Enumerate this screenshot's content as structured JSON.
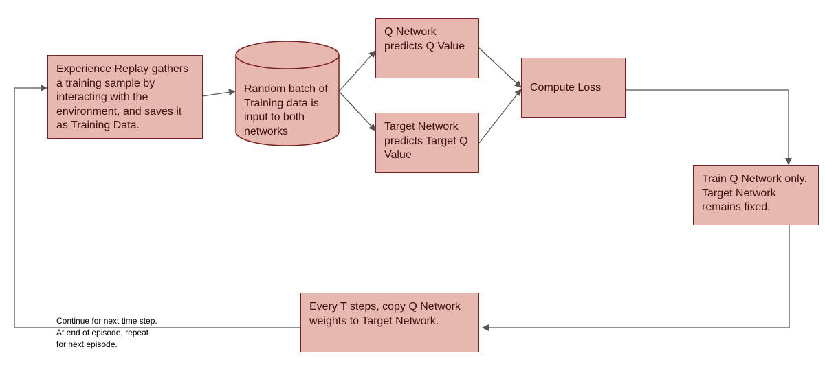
{
  "nodes": {
    "experience_replay": "Experience Replay gathers a training sample by interacting with the environment, and saves it as Training Data.",
    "random_batch": "Random batch of Training data is input to both networks",
    "q_network": "Q Network predicts Q Value",
    "target_network": "Target Network predicts Target Q Value",
    "compute_loss": "Compute Loss",
    "train_q": "Train Q Network only. Target Network remains fixed.",
    "copy_weights": "Every T steps, copy Q Network weights to Target Network."
  },
  "note": {
    "lines": [
      "Continue for next time step.",
      "At end of episode, repeat",
      "for next episode."
    ]
  },
  "colors": {
    "box_fill": "#e6b8af",
    "box_border": "#7a1f1f",
    "arrow": "#555555",
    "text": "#3a0f0f"
  }
}
